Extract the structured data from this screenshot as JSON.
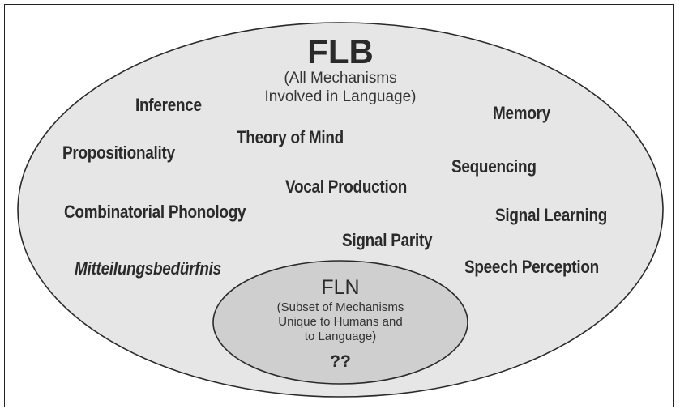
{
  "flb": {
    "title": "FLB",
    "subtitle_line1": "(All Mechanisms",
    "subtitle_line2": "Involved in Language)"
  },
  "flb_mechanisms": {
    "inference": "Inference",
    "memory": "Memory",
    "theory_of_mind": "Theory of Mind",
    "propositionality": "Propositionality",
    "sequencing": "Sequencing",
    "vocal_production": "Vocal Production",
    "combinatorial_phonology": "Combinatorial Phonology",
    "signal_learning": "Signal Learning",
    "signal_parity": "Signal Parity",
    "mitteilungsbeduerfnis": "Mitteilungsbedürfnis",
    "speech_perception": "Speech Perception"
  },
  "fln": {
    "title": "FLN",
    "line1": "(Subset of Mechanisms",
    "line2": "Unique to Humans and",
    "line3": "to Language)",
    "unknown": "??"
  },
  "colors": {
    "outer_fill": "#e6e6e6",
    "inner_fill": "#cfcfcf",
    "stroke": "#2a2a2a",
    "text": "#2a2a2a"
  }
}
